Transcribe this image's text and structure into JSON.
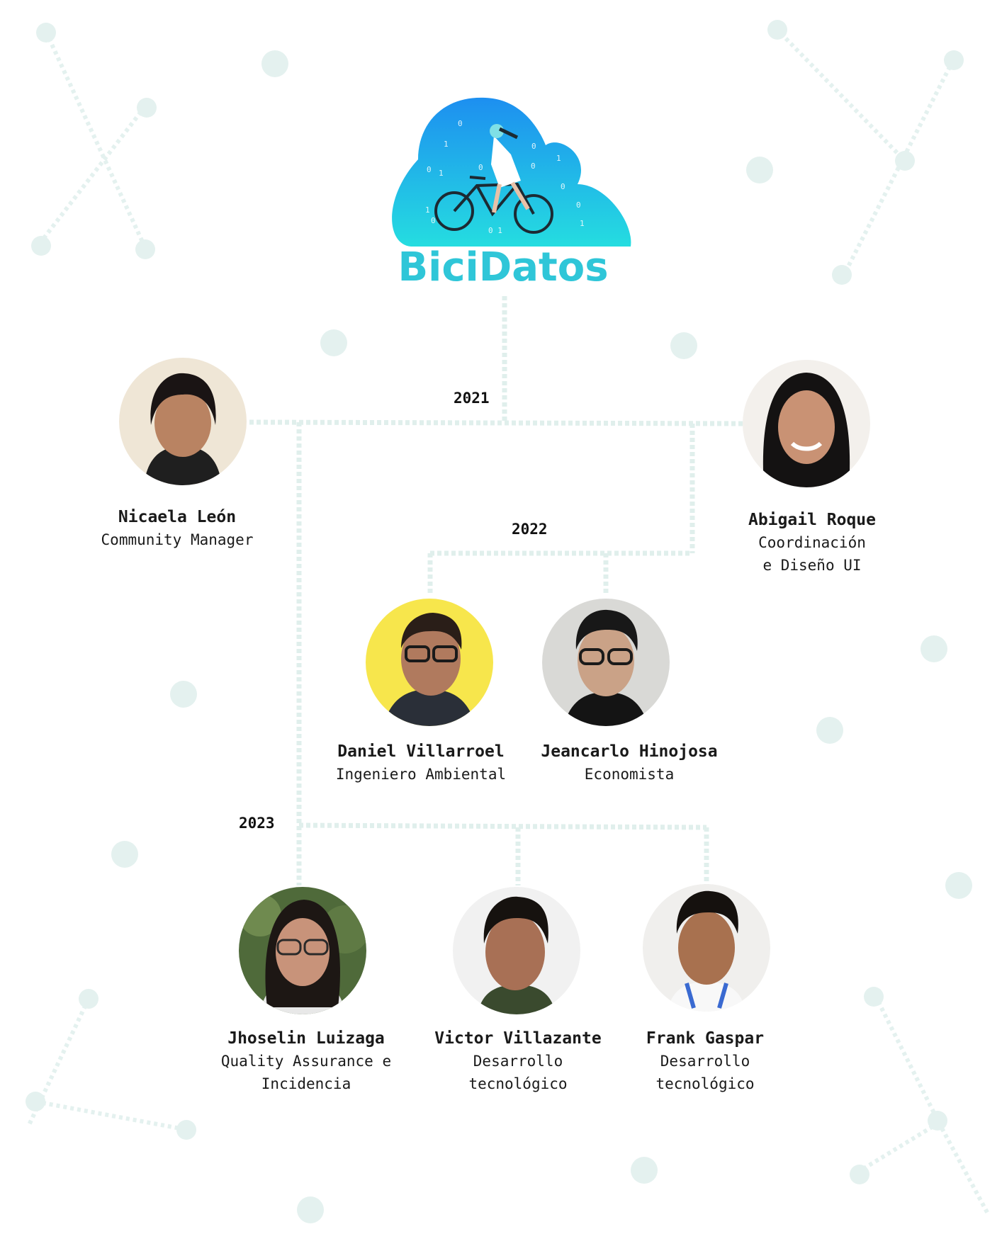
{
  "brand": {
    "name": "BiciDatos"
  },
  "years": {
    "y2021": "2021",
    "y2022": "2022",
    "y2023": "2023"
  },
  "colors": {
    "connector": "#e0efec",
    "dot": "#e4f1ef",
    "brand": "#2fc6d8"
  },
  "logo_digits": [
    "0",
    "0",
    "1",
    "0",
    "1",
    "0",
    "1",
    "0",
    "1",
    "0",
    "1",
    "0",
    "0 1",
    "1",
    "0"
  ],
  "members": [
    {
      "name": "Nicaela León",
      "role": "Community Manager",
      "year": "2021"
    },
    {
      "name": "Abigail Roque",
      "role": "Coordinación\ne Diseño UI",
      "year": "2021"
    },
    {
      "name": "Daniel Villarroel",
      "role": "Ingeniero Ambiental",
      "year": "2022"
    },
    {
      "name": "Jeancarlo Hinojosa",
      "role": "Economista",
      "year": "2022"
    },
    {
      "name": "Jhoselin Luizaga",
      "role": "Quality Assurance e\nIncidencia",
      "year": "2023"
    },
    {
      "name": "Victor Villazante",
      "role": "Desarrollo\ntecnológico",
      "year": "2023"
    },
    {
      "name": "Frank Gaspar",
      "role": "Desarrollo\n tecnológico",
      "year": "2023"
    }
  ]
}
